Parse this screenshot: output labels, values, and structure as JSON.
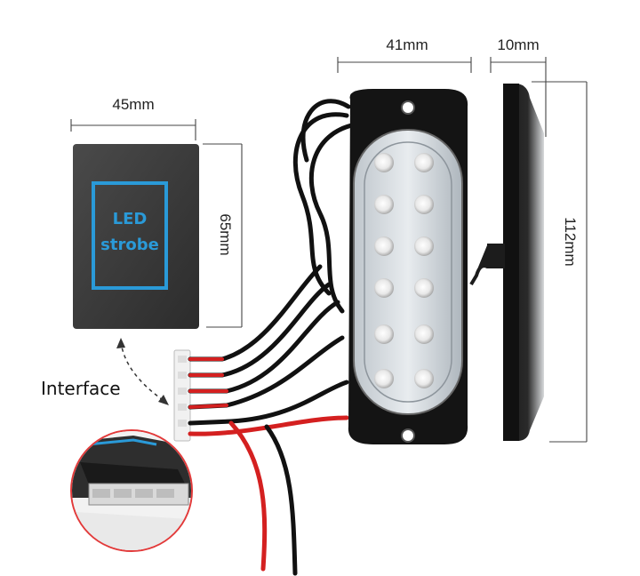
{
  "dimensions": {
    "module_width": "45mm",
    "module_height": "65mm",
    "light_width": "41mm",
    "light_depth": "10mm",
    "light_height": "112mm"
  },
  "module_box": {
    "line1": "LED",
    "line2": "strobe"
  },
  "interface_label": "Interface",
  "colors": {
    "module_body": "#3a3a3a",
    "module_frame": "#2a9ad8",
    "housing": "#141414",
    "wire_red": "#d42020",
    "wire_black": "#111111",
    "led": "#f4f4f4"
  }
}
